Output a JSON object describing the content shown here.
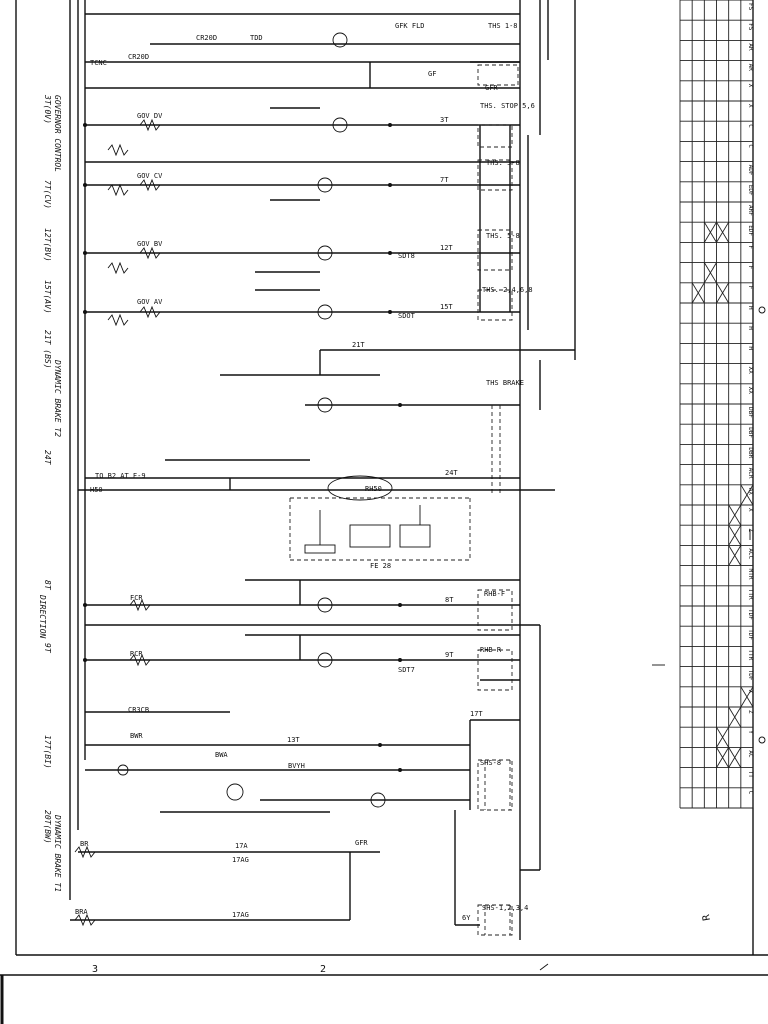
{
  "side_labels": {
    "r3t": "3T(0V)",
    "r7t": "7T(CV)",
    "r12t": "12T(BV)",
    "r15t": "15T(AV)",
    "governor_control": "GOVERNOR CONTROL",
    "r21t": "21T (BS)",
    "dyn_brake_t2": "DYNAMIC BRAKE T2",
    "r24t": "24T",
    "r8t": "8T",
    "direction": "DIRECTION",
    "r9t": "9T",
    "r17t": "17T(BI)",
    "r20t": "20T(BW)",
    "dyn_brake_t1": "DYNAMIC BRAKE T1"
  },
  "labels": {
    "tcnc": "TCNC",
    "cr20d": "CR20D",
    "cr20d_2": "CR20D",
    "tdd": "TDD",
    "gfk_fld": "GFK FLD",
    "ths_18": "THS 1-8",
    "gf": "GF",
    "gfr": "GFR",
    "ths_stop56": "THS. STOP 5,6",
    "gov_dv": "GOV DV",
    "gov_cv": "GOV CV",
    "gov_bv": "GOV BV",
    "gov_av": "GOV AV",
    "ths_38": "THS. 3-8",
    "ths_58": "THS. 5-8",
    "ths_2468": "THS. 2,4,6,8",
    "t3t": "3T",
    "t7t": "7T",
    "t12t": "12T",
    "t15t": "15T",
    "t21t": "21T",
    "ths_brake": "THS BRAKE",
    "t24t": "24T",
    "rh50": "RH50",
    "h50": "H50",
    "to_b2": "TO B2 AT F-9",
    "fe_28": "FE 28",
    "rhb_f": "RHB-F",
    "rhb_r": "RHB-R",
    "fcr": "FCR",
    "rcr": "RCR",
    "t8t": "8T",
    "t9t": "9T",
    "t13t": "13T",
    "t17t": "17T",
    "cr3cb": "CR3CB",
    "bwr": "BWR",
    "bwa": "BWA",
    "bvyh": "BVYH",
    "shs_8": "SHS-8",
    "shs_1234": "SHS-1,2,3,4",
    "br": "BR",
    "bra": "BRA",
    "gfr_lower": "GFR",
    "t17a": "17A",
    "t17ag": "17AG",
    "t17ag_2": "17AG",
    "sdot": "SDOT",
    "sdt8": "SDT8",
    "sdt7": "SDT7",
    "t6y": "6Y"
  },
  "grid": {
    "rows": 40,
    "cols": 6
  },
  "margin_marks": {
    "bottom_3": "3",
    "bottom_2": "2",
    "right_r": "R"
  },
  "sidebar_glyphs": [
    "FS",
    "FS",
    "AR",
    "AR",
    "X",
    "X",
    "C",
    "C",
    "ADF",
    "EDF",
    "ARF",
    "EDF",
    "F",
    "F",
    "F",
    "H",
    "H",
    "H",
    "XX",
    "XX",
    "DBF",
    "DBF",
    "DBR",
    "ACR",
    "AX",
    "X",
    "Z",
    "ACC",
    "MTR",
    "TTR",
    "TDF",
    "TDF",
    "TTR",
    "TDF",
    "X",
    "Z",
    "Y",
    "AC",
    "TT",
    "C"
  ]
}
